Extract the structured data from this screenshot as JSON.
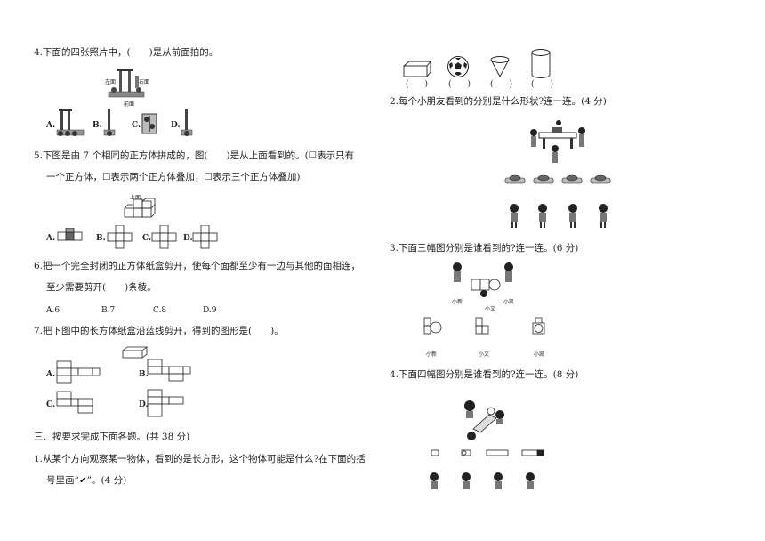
{
  "q4": {
    "text": "4.下面的四张照片中，(　　)是从前面拍的。",
    "fig_labels": {
      "left": "左面",
      "right": "右面",
      "front": "前面"
    },
    "options": [
      "A.",
      "B.",
      "C.",
      "D."
    ]
  },
  "q5": {
    "line1": "5.下图是由 7 个相同的正方体拼成的，图(　　)是从上面看到的。(☐表示只有",
    "line2": "一个正方体，☐表示两个正方体叠加，☐表示三个正方体叠加)",
    "top_label": "上面",
    "options": [
      "A.",
      "B.",
      "C.",
      "D."
    ]
  },
  "q6": {
    "line1": "6.把一个完全封闭的正方体纸盒剪开，使每个面都至少有一边与其他的面相连，",
    "line2": "至少需要剪开(　　)条棱。",
    "options": [
      "A.6",
      "B.7",
      "C.8",
      "D.9"
    ]
  },
  "q7": {
    "text": "7.把下图中的长方体纸盒沿蓝线剪开，得到的图形是(　　)。",
    "options": [
      "A.",
      "B.",
      "C.",
      "D."
    ]
  },
  "section3": {
    "title": "三、按要求完成下面各题。(共 38 分)"
  },
  "p1": {
    "line1": "1.从某个方向观察某一物体，看到的是长方形，这个物体可能是什么?在下面的括",
    "line2": "号里画“✔”。(4 分)",
    "brackets": [
      "(　　)",
      "(　　)",
      "(　　)",
      "(　　)"
    ]
  },
  "p2": {
    "text": "2.每个小朋友看到的分别是什么形状?连一连。(4 分)"
  },
  "p3": {
    "text": "3.下面三幅图分别是谁看到的?连一连。(6 分)",
    "names_top": [
      "小新",
      "小文",
      "小凯"
    ],
    "names_bottom": [
      "小新",
      "小文",
      "小凯"
    ]
  },
  "p4": {
    "text": "4.下面四幅图分别是谁看到的?连一连。(8 分)"
  }
}
